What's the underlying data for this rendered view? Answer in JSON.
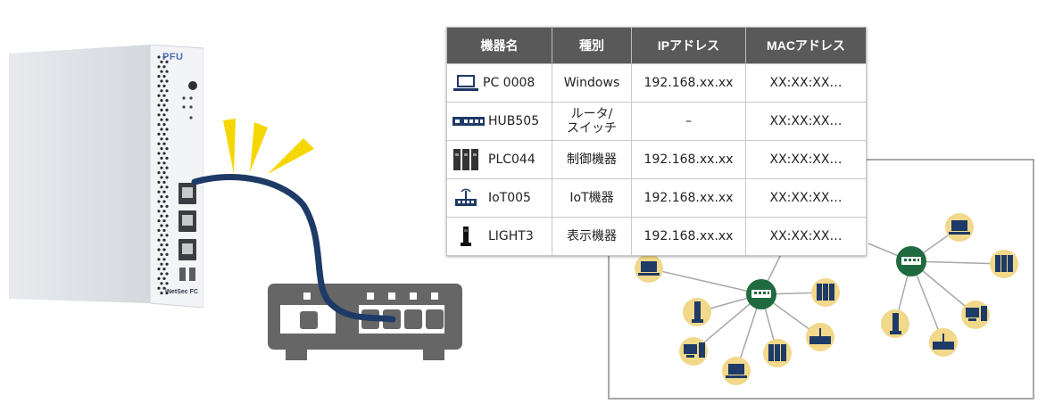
{
  "device": {
    "brand": "PFU",
    "model_label": "iNetSec FC"
  },
  "table": {
    "headers": [
      "機器名",
      "種別",
      "IPアドレス",
      "MACアドレス"
    ],
    "rows": [
      {
        "icon": "laptop-icon",
        "name": "PC 0008",
        "kind": "Windows",
        "ip": "192.168.xx.xx",
        "mac": "XX:XX:XX…"
      },
      {
        "icon": "hub-icon",
        "name": "HUB505",
        "kind": "ルータ/\nスイッチ",
        "ip": "–",
        "mac": "XX:XX:XX…"
      },
      {
        "icon": "plc-icon",
        "name": "PLC044",
        "kind": "制御機器",
        "ip": "192.168.xx.xx",
        "mac": "XX:XX:XX…"
      },
      {
        "icon": "iot-router-icon",
        "name": "IoT005",
        "kind": "IoT機器",
        "ip": "192.168.xx.xx",
        "mac": "XX:XX:XX…"
      },
      {
        "icon": "signal-light-icon",
        "name": "LIGHT3",
        "kind": "表示機器",
        "ip": "192.168.xx.xx",
        "mac": "XX:XX:XX…"
      }
    ]
  },
  "colors": {
    "header_bg": "#595959",
    "cable": "#1e3a66",
    "alert": "#f5d700",
    "switch": "#666666",
    "hub_node": "#1f6b3f",
    "device_node": "#f1d88a"
  },
  "network": {
    "hubs": [
      {
        "icon": "hub-icon"
      },
      {
        "icon": "hub-icon"
      }
    ],
    "device_nodes": [
      "laptop-icon",
      "signal-light-icon",
      "desktop-pc-icon",
      "laptop-icon",
      "plc-icon",
      "iot-router-icon",
      "plc-icon",
      "laptop-icon",
      "plc-icon",
      "desktop-pc-icon",
      "iot-router-icon",
      "signal-light-icon"
    ]
  }
}
